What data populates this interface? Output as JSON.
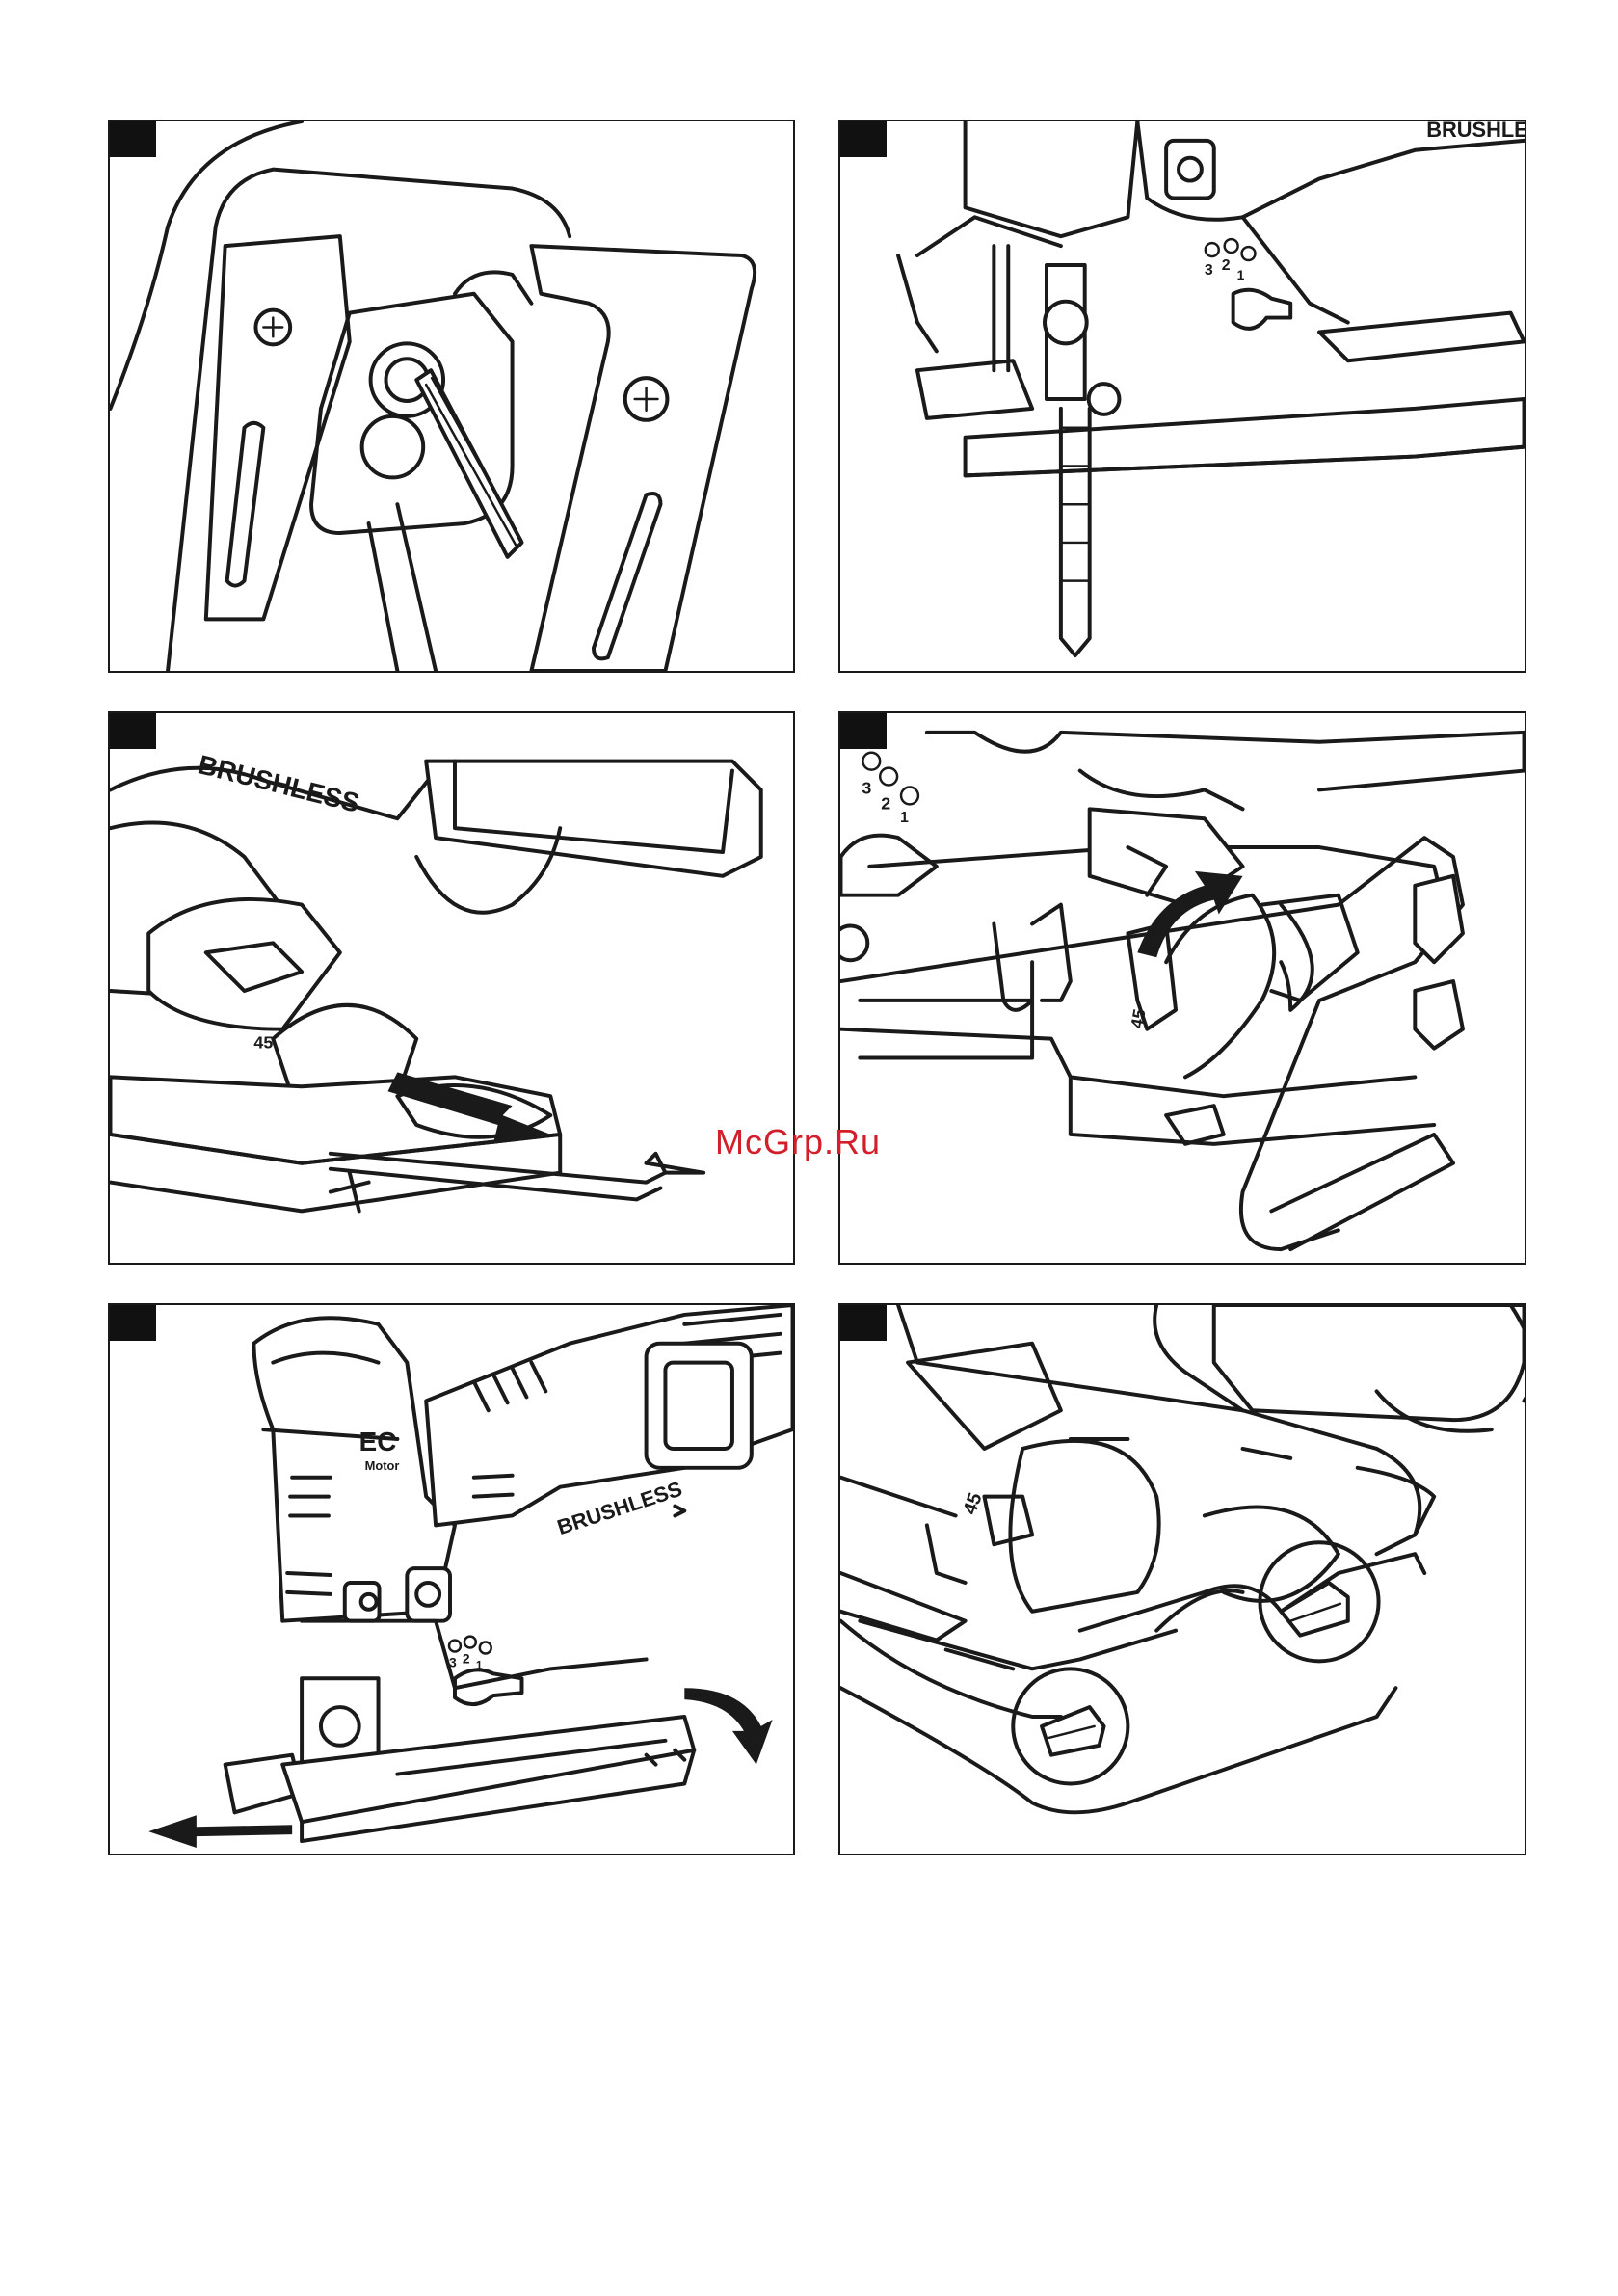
{
  "watermark": "McGrp.Ru",
  "labels": {
    "brand": "BRUSHLESS",
    "motor_top": "EC",
    "motor_bottom": "Motor",
    "speed_3": "3",
    "speed_2": "2",
    "speed_1": "1",
    "angle": "45"
  },
  "colors": {
    "ink": "#1a1a1a",
    "watermark": "#d21f2a"
  },
  "panels": [
    {
      "icon": "blade-clamp-icon"
    },
    {
      "icon": "jigsaw-front-icon"
    },
    {
      "icon": "hex-key-icon"
    },
    {
      "icon": "bevel-rotate-icon"
    },
    {
      "icon": "base-slide-icon"
    },
    {
      "icon": "base-clips-icon"
    }
  ]
}
